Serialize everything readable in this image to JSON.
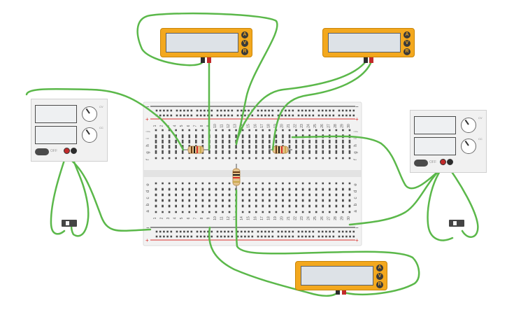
{
  "breadboard": {
    "column_numbers": [
      "1",
      "2",
      "3",
      "4",
      "5",
      "6",
      "7",
      "8",
      "9",
      "10",
      "11",
      "12",
      "13",
      "14",
      "15",
      "16",
      "17",
      "18",
      "19",
      "20",
      "21",
      "22",
      "23",
      "24",
      "25",
      "26",
      "27",
      "28",
      "29",
      "30"
    ],
    "top_row_letters": [
      "j",
      "i",
      "h",
      "g",
      "f"
    ],
    "bottom_row_letters": [
      "e",
      "d",
      "c",
      "b",
      "a"
    ],
    "rail_plus": "+",
    "rail_minus": "−"
  },
  "multimeters": [
    {
      "id": "top-left",
      "modes": [
        "A",
        "V",
        "R"
      ]
    },
    {
      "id": "top-right",
      "modes": [
        "A",
        "V",
        "R"
      ]
    },
    {
      "id": "bottom",
      "modes": [
        "A",
        "V",
        "R"
      ]
    }
  ],
  "power_supplies": [
    {
      "id": "left",
      "on_off_label": "OFF",
      "knob_labels": [
        "CV",
        "CC"
      ]
    },
    {
      "id": "right",
      "on_off_label": "OFF",
      "knob_labels": [
        "CV",
        "CC"
      ]
    }
  ],
  "colors": {
    "wire": "#5bb84a",
    "meter_body": "#f3a81e",
    "rail_red": "#d9302c",
    "rail_blue": "#2c2c2c",
    "breadboard": "#f2f2f2",
    "probe_red": "#c22a2a",
    "probe_black": "#2c2c2c"
  },
  "components": [
    {
      "type": "resistor",
      "orientation": "horizontal",
      "name": "resistor-left"
    },
    {
      "type": "resistor",
      "orientation": "horizontal",
      "name": "resistor-right"
    },
    {
      "type": "resistor",
      "orientation": "vertical",
      "name": "resistor-center"
    },
    {
      "type": "switch",
      "name": "switch-left"
    },
    {
      "type": "switch",
      "name": "switch-right"
    }
  ]
}
